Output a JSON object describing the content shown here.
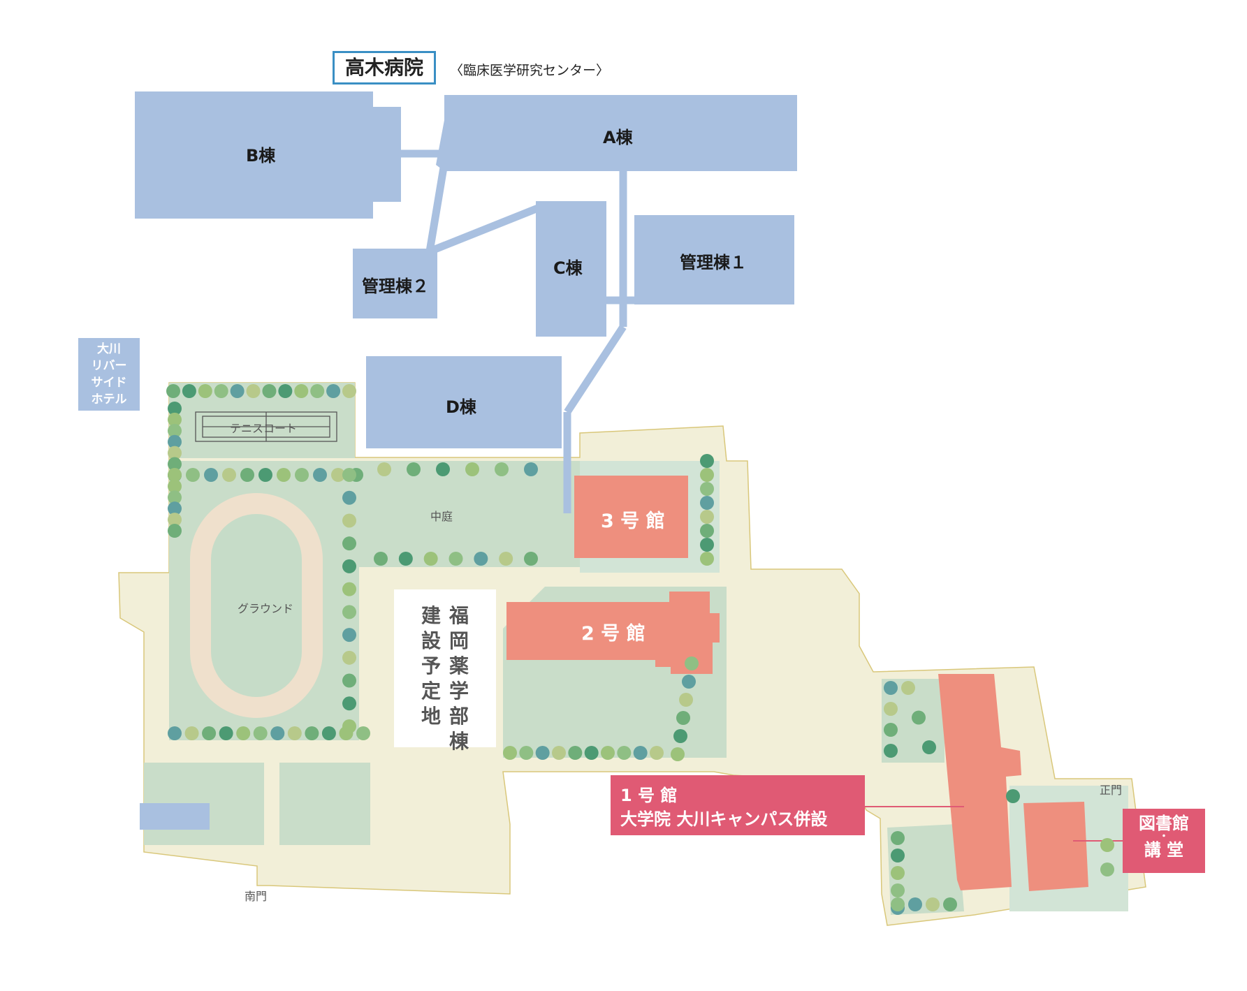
{
  "hospital": {
    "title": "高木病院",
    "subtitle": "〈臨床医学研究センター〉",
    "buildings": {
      "a": "A棟",
      "b": "B棟",
      "c": "C棟",
      "d": "D棟",
      "admin1": "管理棟１",
      "admin2": "管理棟２"
    }
  },
  "hotel": {
    "line1": "大川",
    "line2": "リバー",
    "line3": "サイド",
    "line4": "ホテル"
  },
  "campus": {
    "tennis": "テニスコート",
    "courtyard": "中庭",
    "ground": "グラウンド",
    "south_gate": "南門",
    "main_gate": "正門",
    "building3": "3 号 館",
    "building2": "2 号 館",
    "fukuoka_col1": [
      "福",
      "岡",
      "薬",
      "学",
      "部",
      "棟"
    ],
    "fukuoka_col2": [
      "建",
      "設",
      "予",
      "定",
      "地"
    ],
    "building1_line1": "1 号 館",
    "building1_line2": "大学院 大川キャンパス併設",
    "library_line1": "図書館",
    "library_dot": "・",
    "library_line2": "講 堂"
  },
  "colors": {
    "hospital_blue": "#a9c0e0",
    "campus_red": "#ee8f7e",
    "label_pink": "#e05a74",
    "ground_green": "#c6dcc8",
    "campus_cream": "#f3f0dc",
    "track": "#efe0cc",
    "border": "#d9c77a",
    "title_border": "#3a8fc4"
  }
}
